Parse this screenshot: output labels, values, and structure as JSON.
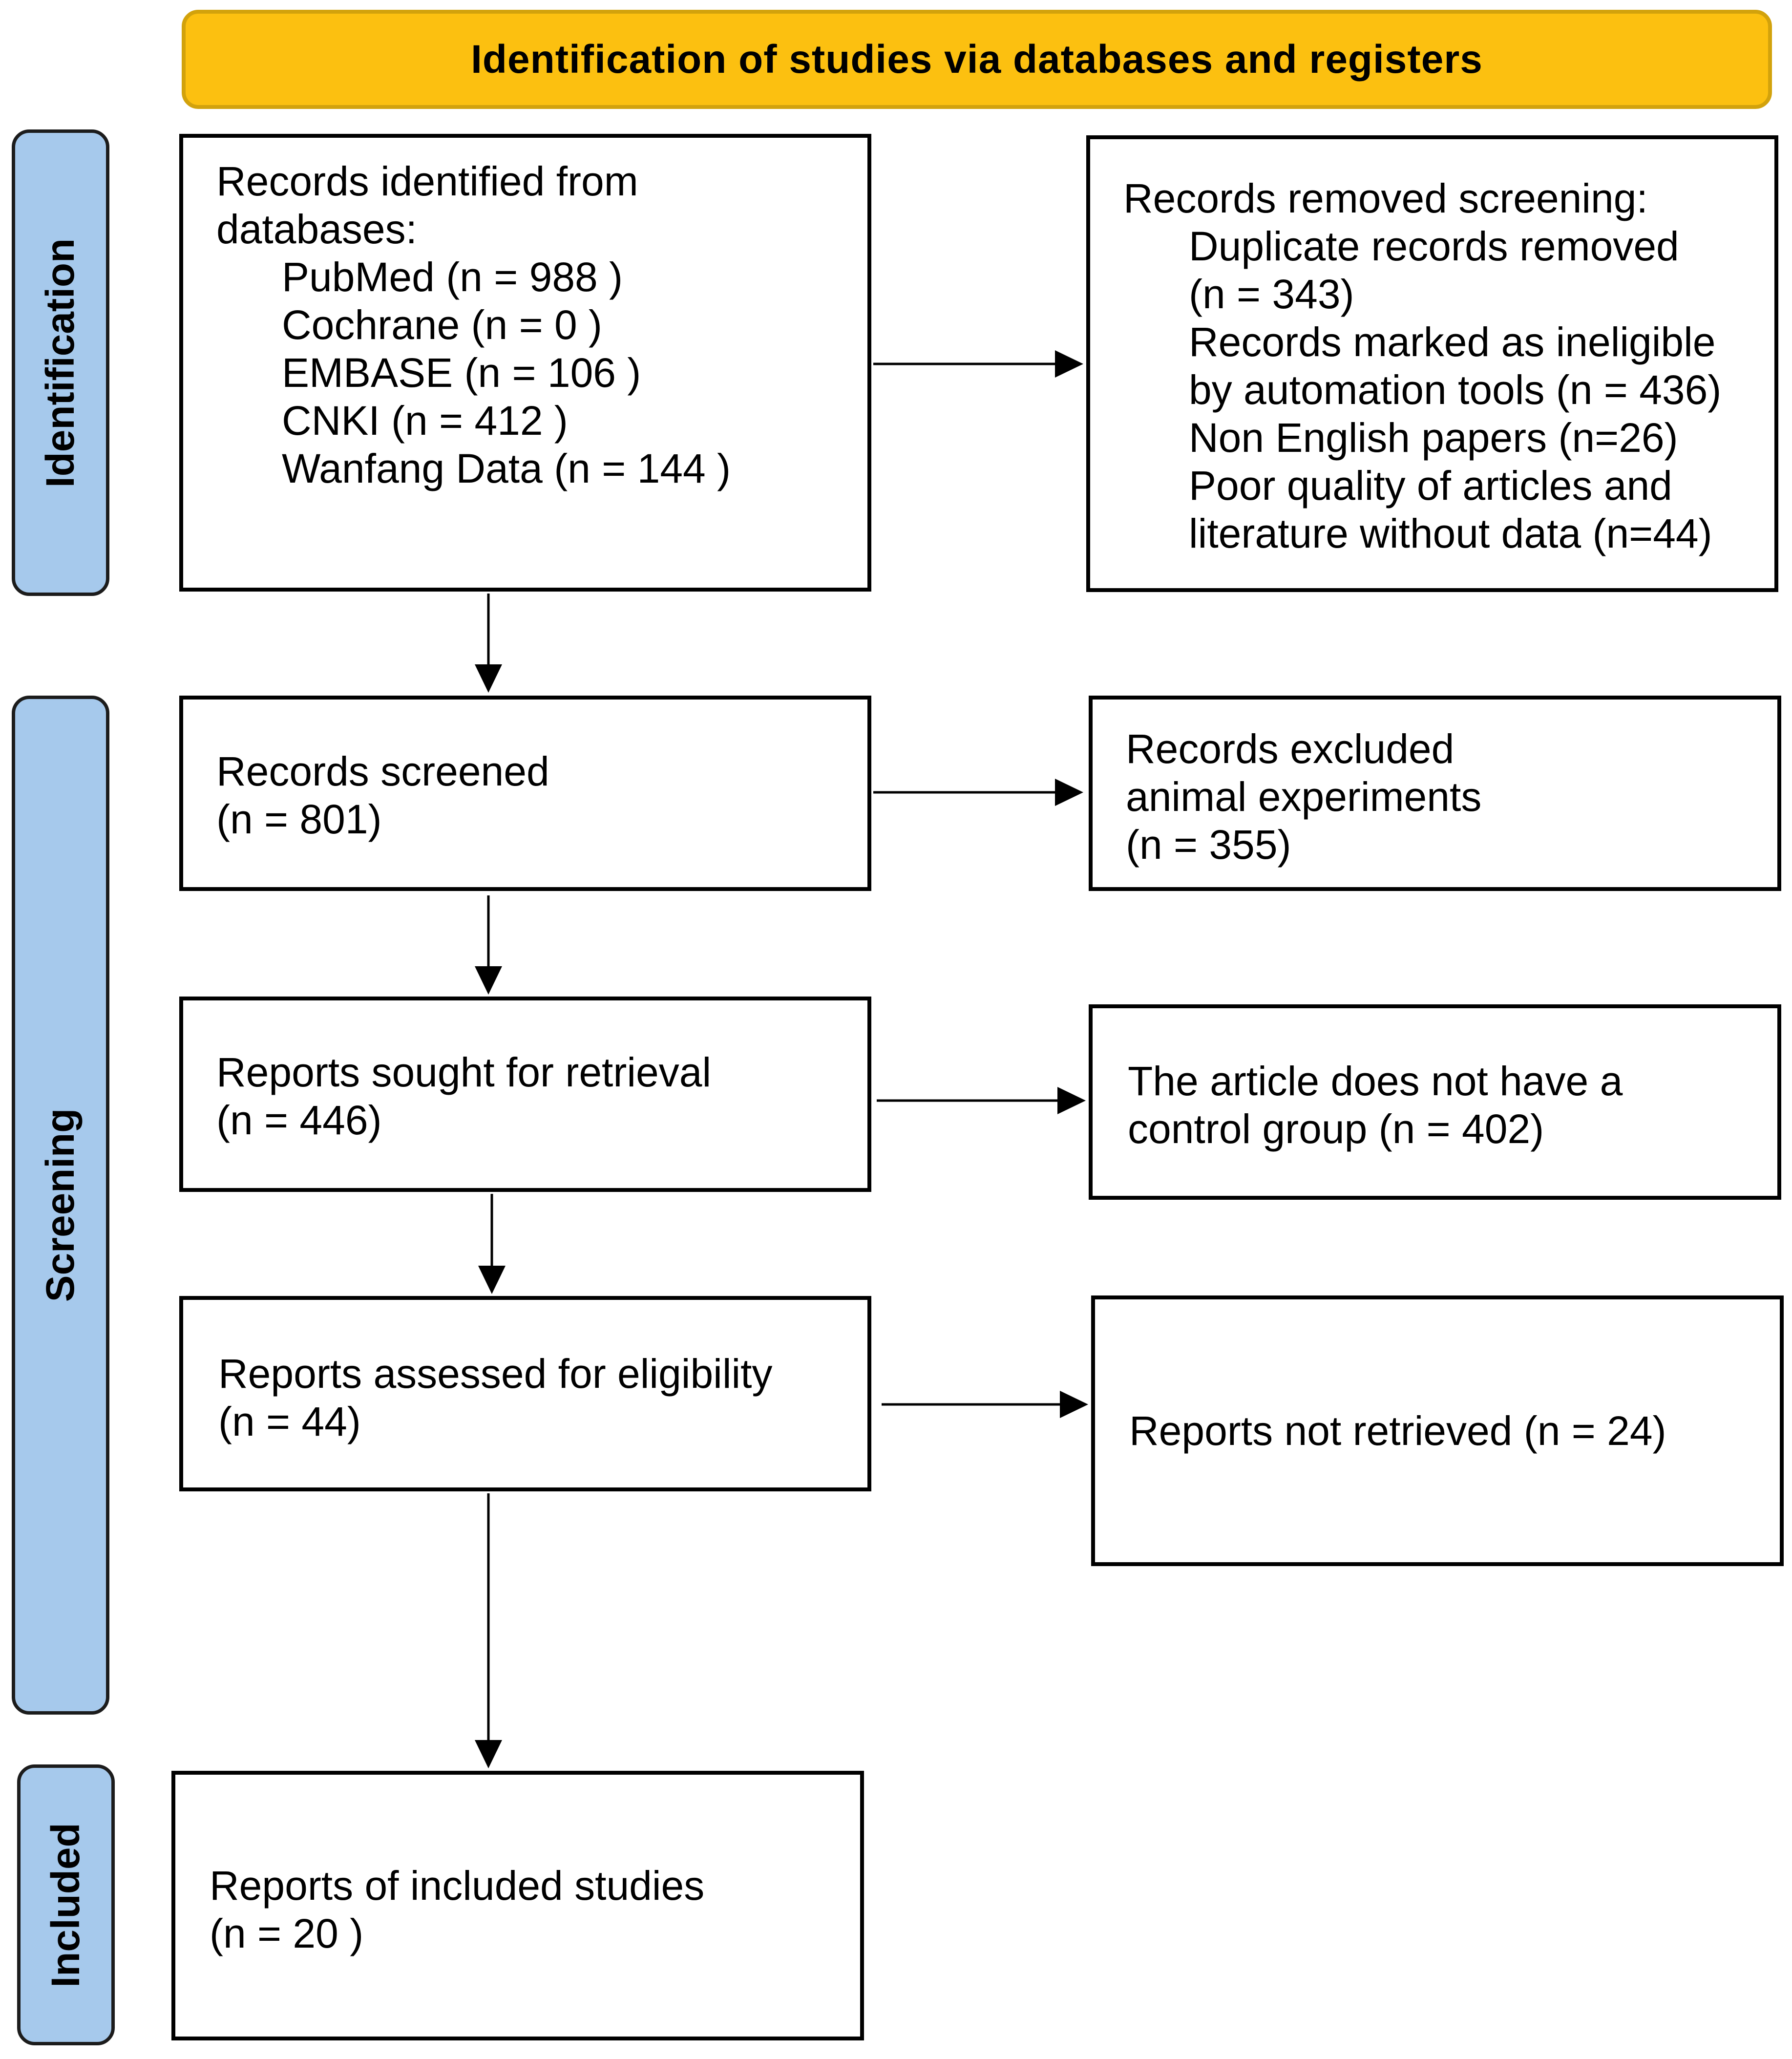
{
  "header": {
    "title": "Identification of studies via databases and registers"
  },
  "phases": {
    "identification": "Identification",
    "screening": "Screening",
    "included": "Included"
  },
  "identified": {
    "title_line1": "Records identified from",
    "title_line2": "databases:",
    "sources": [
      "PubMed (n = 988 )",
      "Cochrane (n = 0 )",
      "EMBASE (n = 106 )",
      "CNKI (n = 412 )",
      "Wanfang Data (n = 144 )"
    ]
  },
  "removed": {
    "title": "Records removed screening:",
    "lines": [
      "Duplicate records removed",
      "(n = 343)",
      "Records marked as ineligible",
      "by automation tools (n = 436)",
      "Non English papers (n=26)",
      "Poor quality of articles and",
      "literature without data (n=44)"
    ]
  },
  "screened": {
    "line1": "Records screened",
    "line2": "(n = 801)"
  },
  "excluded": {
    "line1": "Records excluded",
    "line2": "animal experiments",
    "line3": "(n = 355)"
  },
  "sought": {
    "line1": "Reports sought for retrieval",
    "line2": "(n = 446)"
  },
  "no_control": {
    "line1": "The article does not have a",
    "line2": "control group (n = 402)"
  },
  "assessed": {
    "line1": "Reports assessed for eligibility",
    "line2": "(n = 44)"
  },
  "not_retrieved": {
    "line1": "Reports not retrieved (n = 24)"
  },
  "included": {
    "line1": "Reports of included studies",
    "line2": "(n = 20 )"
  }
}
